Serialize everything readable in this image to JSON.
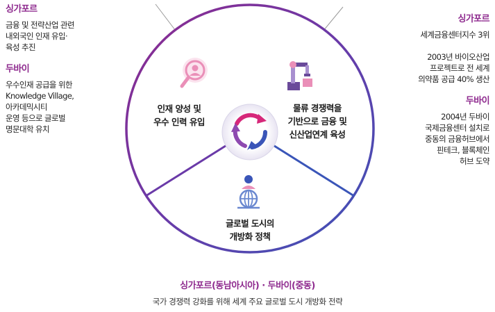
{
  "left_panel": {
    "sections": [
      {
        "title": "싱가포르",
        "body": "금융 및 전략산업 관련\n내외국인 인재 유입·\n육성 추진"
      },
      {
        "title": "두바이",
        "body": "우수인재 공급을 위한\nKnowledge Village,\n아카데믹시티\n운영 등으로 글로벌\n명문대학 유치"
      }
    ]
  },
  "right_panel": {
    "sections": [
      {
        "title": "싱가포르",
        "body": "세계금융센터지수 3위\n\n2003년 바이오산업\n프로젝트로 전 세계\n의약품 공급 40% 생산"
      },
      {
        "title": "두바이",
        "body": "2004년 두바이\n국제금융센터 설치로\n중동의 금융허브에서\n핀테크, 블록체인\n허브 도약"
      }
    ]
  },
  "cycle": {
    "segments": [
      {
        "label": "인재 양성 및\n우수 인력 유입",
        "icon": "person-magnifier-icon"
      },
      {
        "label": "물류 경쟁력을\n기반으로 금융 및\n신산업연계 육성",
        "icon": "robot-arm-icon"
      },
      {
        "label": "글로벌 도시의\n개방화 정책",
        "icon": "globe-person-icon"
      }
    ],
    "center_icon": "cycle-arrows-icon"
  },
  "footer": {
    "title": "싱가포르(동남아시아) · 두바이(중동)",
    "subtitle": "국가 경쟁력 강화를 위해 세계 주요 글로벌 도시 개방화 전략"
  },
  "colors": {
    "purple": "#8e2a8e",
    "blue": "#3a55b8",
    "pink": "#d6287a",
    "icon_pink": "#ea8fb8",
    "icon_purple": "#6a4a9a"
  }
}
